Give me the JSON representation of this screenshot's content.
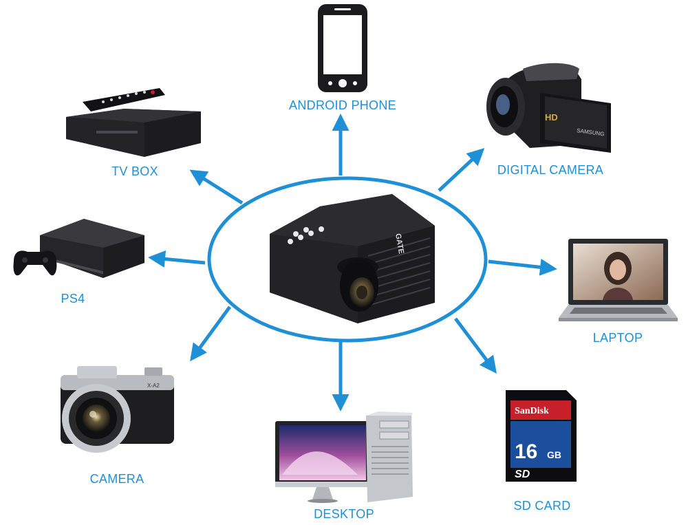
{
  "colors": {
    "accent": "#1f8fd6",
    "device_dark": "#1c1c1e",
    "device_mid": "#3a3a3d",
    "device_light": "#b9bcc1"
  },
  "hub": {
    "icon": "projector-icon",
    "brand_text": "GATE"
  },
  "devices": [
    {
      "id": "android-phone",
      "label": "ANDROID PHONE",
      "icon": "smartphone-icon"
    },
    {
      "id": "digital-camera",
      "label": "DIGITAL CAMERA",
      "icon": "camcorder-icon",
      "icon_text": {
        "hd": "HD",
        "brand": "SAMSUNG"
      }
    },
    {
      "id": "laptop",
      "label": "LAPTOP",
      "icon": "laptop-icon"
    },
    {
      "id": "sd-card",
      "label": "SD CARD",
      "icon": "sd-card-icon",
      "icon_text": {
        "brand": "SanDisk",
        "capacity": "16",
        "unit": "GB",
        "logo": "SD"
      }
    },
    {
      "id": "desktop",
      "label": "DESKTOP",
      "icon": "desktop-computer-icon"
    },
    {
      "id": "camera",
      "label": "CAMERA",
      "icon": "mirrorless-camera-icon",
      "icon_text": {
        "model": "X-A2"
      }
    },
    {
      "id": "ps4",
      "label": "PS4",
      "icon": "game-console-icon"
    },
    {
      "id": "tv-box",
      "label": "TV BOX",
      "icon": "set-top-box-icon"
    }
  ]
}
